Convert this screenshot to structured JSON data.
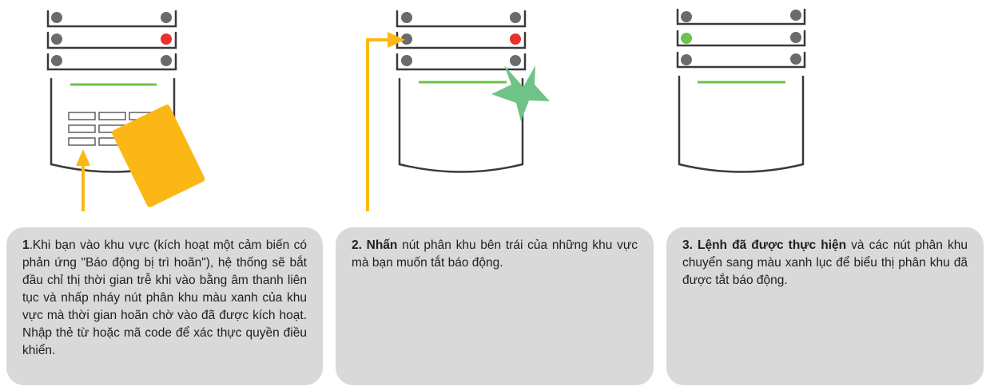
{
  "colors": {
    "panel_outline": "#3a3a3a",
    "button_gray": "#6b6b6b",
    "led_red": "#e8302d",
    "led_green": "#6cc24a",
    "accent_yellow": "#fbb716",
    "card_bg": "#d9d9d9",
    "burst_green": "#6fc387"
  },
  "icons": [
    "keypad-panel-icon",
    "rfid-card-icon",
    "arrow-up-icon",
    "arrow-elbow-icon",
    "press-burst-icon"
  ],
  "steps": [
    {
      "bold_prefix": "1",
      "text": ".Khi bạn vào khu vực (kích hoạt một cảm biến có phản ứng \"Báo động bị trì hoãn\"), hệ thống sẽ bắt đầu chỉ thị thời gian trễ khi vào bằng âm thanh liên tục và nhấp nháy nút phân khu màu xanh của khu vực mà thời gian hoãn chờ vào đã được kích hoạt. Nhập thẻ từ hoặc mã code để xác thực quyền điều khiển."
    },
    {
      "bold_prefix": "2. Nhấn",
      "text": " nút phân khu bên trái của những khu vực mà bạn muốn tắt báo động."
    },
    {
      "bold_prefix": "3. Lệnh đã được thực hiện",
      "text": " và các nút phân khu chuyển sang màu xanh lục để biểu thị phân khu đã được tắt báo động."
    }
  ]
}
